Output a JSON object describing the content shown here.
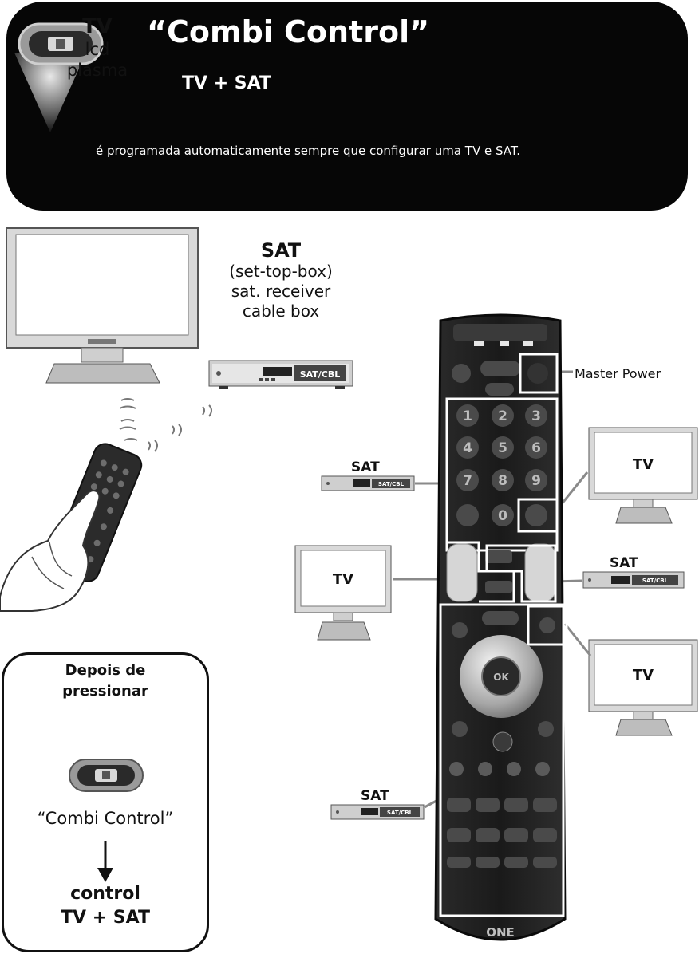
{
  "header": {
    "title": "“Combi Control”",
    "subtitle": "TV + SAT",
    "description": "é programada automaticamente sempre que configurar uma TV e SAT."
  },
  "tv_main": {
    "title": "TV",
    "line1": "lcd",
    "line2": "plasma"
  },
  "sat_main": {
    "title": "SAT",
    "lines": [
      "(set-top-box)",
      "sat. receiver",
      "cable box"
    ],
    "box_label": "SAT/CBL"
  },
  "device_labels": {
    "tv": "TV",
    "sat": "SAT",
    "sat_box": "SAT/CBL"
  },
  "remote": {
    "master_power_label": "Master Power",
    "number_keys": [
      "1",
      "2",
      "3",
      "4",
      "5",
      "6",
      "7",
      "8",
      "9",
      "",
      "0",
      ""
    ],
    "ok_label": "OK",
    "brand": "ONE"
  },
  "after": {
    "title_line1": "Depois de",
    "title_line2": "pressionar",
    "combi_label": "“Combi Control”",
    "control_line1": "control",
    "control_line2": "TV + SAT"
  }
}
